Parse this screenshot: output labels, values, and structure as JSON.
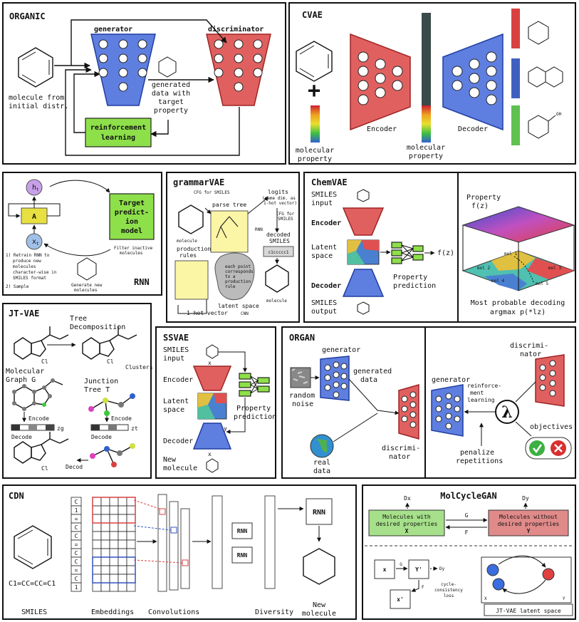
{
  "organic": {
    "title": "ORGANIC",
    "generator": "generator",
    "discriminator": "discriminator",
    "molecule_label": [
      "molecule from",
      "initial distr."
    ],
    "generated_label": [
      "generated",
      "data with",
      "target",
      "property"
    ],
    "rl_box": [
      "reinforcement",
      "learning"
    ]
  },
  "cvae": {
    "title": "CVAE",
    "molecular_property": [
      "molecular",
      "property"
    ],
    "encoder": "Encoder",
    "latent_property": [
      "molecular",
      "property"
    ],
    "decoder": "Decoder",
    "oh": "OH"
  },
  "rnn": {
    "title": "RNN",
    "h_node": "h",
    "h_sub": "t",
    "a_node": "A",
    "x_node": "x",
    "x_sub": "t",
    "target_box": [
      "Target",
      "predict-",
      "ion",
      "model"
    ],
    "steps": [
      "1) Retrain RNN to",
      "produce new",
      "molecules",
      "character-wise in",
      "SMILES format",
      "2) Sample"
    ],
    "filter": [
      "Filter inactive",
      "molecules"
    ],
    "generate": [
      "Generate new",
      "molecules"
    ]
  },
  "grammarvae": {
    "title": "grammarVAE",
    "cfg": "CFG for SMILES",
    "parse_tree": "parse tree",
    "molecule": "molecule",
    "production_rules": [
      "production",
      "rules"
    ],
    "logits": [
      "logits",
      "(same dim. as",
      "1-hot vector)"
    ],
    "rnn": "RNN",
    "cfg_right": [
      "CFG for",
      "SMILES"
    ],
    "decoded": [
      "decoded",
      "SMILES"
    ],
    "decoded_value": "c1ccccc1",
    "latent_note": [
      "each point",
      "corresponds",
      "to a",
      "production",
      "rule"
    ],
    "latent_space": "latent space",
    "cnn": "CNN",
    "onehot": "1-hot vector",
    "molecule_out": "molecule"
  },
  "chemvae": {
    "title": "ChemVAE",
    "smiles_input": [
      "SMILES",
      "input"
    ],
    "encoder": "Encoder",
    "latent": [
      "Latent",
      "space"
    ],
    "decoder": "Decoder",
    "smiles_output": [
      "SMILES",
      "output"
    ],
    "fz": "f(z)",
    "prop_pred": [
      "Property",
      "prediction"
    ],
    "property_fz": [
      "Property",
      "f(z)"
    ],
    "decoding": [
      "Most probable decoding",
      "argmax p(*lz)"
    ],
    "mol_labels": [
      "mol 1",
      "mol 2",
      "mol 3",
      "mol 4",
      "mol 5"
    ]
  },
  "jtvae": {
    "title": "JT-VAE",
    "tree_decomp": [
      "Tree",
      "Decomposition"
    ],
    "molecular_graph": [
      "Molecular",
      "Graph G"
    ],
    "clusters": "Clusters",
    "junction_tree": [
      "Junction",
      "Tree T"
    ],
    "encode_left": "Encode",
    "encode_right": "Encode",
    "decode_left": "Decode",
    "decode_right": "Decode",
    "zg": "zg",
    "zt": "zt",
    "decod": "Decod",
    "cl": "Cl"
  },
  "ssvae": {
    "title": "SSVAE",
    "smiles_input": [
      "SMILES",
      "input"
    ],
    "encoder": "Encoder",
    "latent": [
      "Latent",
      "space"
    ],
    "decoder": "Decoder",
    "new_molecule": [
      "New",
      "molecule"
    ],
    "prop_pred": [
      "Property",
      "prediction"
    ],
    "x": "x",
    "y": "y"
  },
  "organ": {
    "title": "ORGAN",
    "generator": "generator",
    "random_noise": [
      "random",
      "noise"
    ],
    "generated_data": [
      "generated",
      "data"
    ],
    "real_data": [
      "real",
      "data"
    ],
    "discriminator": [
      "discrimi-",
      "nator"
    ]
  },
  "organ_right": {
    "discriminator": [
      "discrimi-",
      "nator"
    ],
    "generator": "generator",
    "rl": [
      "reinforce-",
      "ment",
      "learning"
    ],
    "lambda": "λ",
    "objectives": "objectives",
    "penalize": [
      "penalize",
      "repetitions"
    ]
  },
  "cdn": {
    "title": "CDN",
    "smiles_string": "C1=CC=CC=C1",
    "tokens": [
      "C",
      "1",
      "=",
      "C",
      "C",
      "=",
      "C",
      "C",
      "=",
      "C",
      "1"
    ],
    "rnn": "RNN",
    "labels": [
      "SMILES",
      "Embeddings",
      "Convolutions",
      "Diversity",
      "New",
      "molecule"
    ]
  },
  "molcyclegan": {
    "title": "MolCycleGAN",
    "dx": "Dx",
    "dy": "Dy",
    "box_x": [
      "Molecules with",
      "desired properties",
      "X"
    ],
    "box_y": [
      "Molecules without",
      "desired properties",
      "Y"
    ],
    "g": "G",
    "f": "F",
    "x": "x",
    "y_prime": "Y'",
    "x_prime": "x'",
    "dy_small": "Dy",
    "g_small": "G",
    "f_small": "F",
    "cycle": [
      "cycle-",
      "consistency",
      "loss"
    ],
    "latent_x": "X",
    "latent_y": "Y",
    "jt_latent": "JT-VAE latent space"
  },
  "colors": {
    "generator_blue": "#5f7fe0",
    "discriminator_red": "#e06060",
    "rl_green": "#8ee04a",
    "yellow_note": "#fbf5a6",
    "box_x_green": "#a6e08a",
    "box_y_red": "#e08a8a"
  }
}
